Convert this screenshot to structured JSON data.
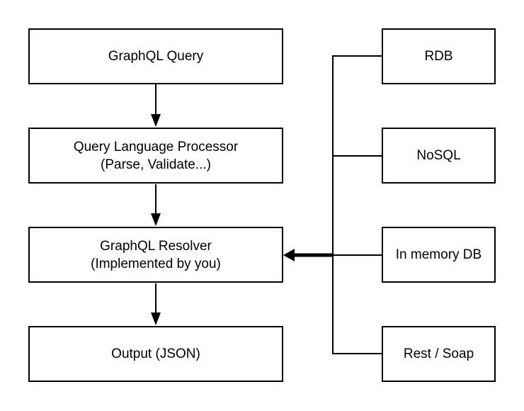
{
  "colors": {
    "background": "#ffffff",
    "box_fill": "#ffffff",
    "box_border": "#000000",
    "line": "#000000",
    "text": "#000000"
  },
  "nodes": {
    "graphql_query": {
      "line1": "GraphQL Query"
    },
    "query_language_processor": {
      "line1": "Query Language Processor",
      "line2": "(Parse, Validate...)"
    },
    "graphql_resolver": {
      "line1": "GraphQL Resolver",
      "line2": "(Implemented by you)"
    },
    "output_json": {
      "line1": "Output (JSON)"
    },
    "rdb": {
      "line1": "RDB"
    },
    "nosql": {
      "line1": "NoSQL"
    },
    "in_memory_db": {
      "line1": "In memory DB"
    },
    "rest_soap": {
      "line1": "Rest / Soap"
    }
  }
}
